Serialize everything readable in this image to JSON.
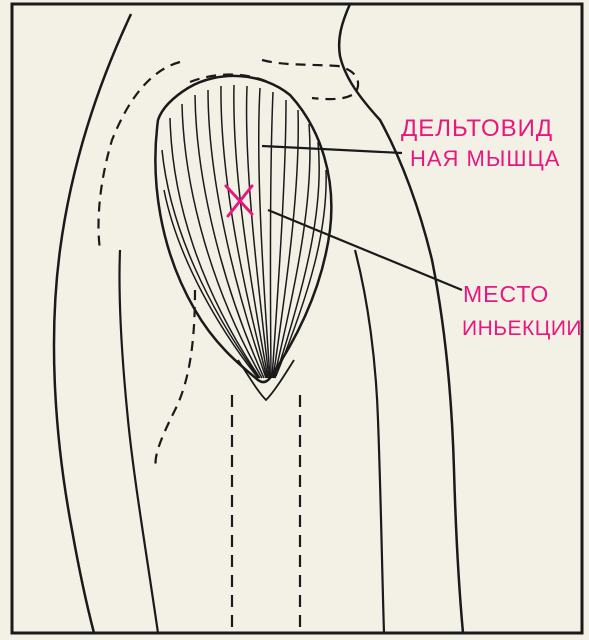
{
  "labels": {
    "deltoid_line1": "ДЕЛЬТОВИД",
    "deltoid_line2": "НАЯ МЫШЦА",
    "injection_line1": "МЕСТО",
    "injection_line2": "ИНЬЕКЦИИ"
  },
  "marker_icon": "cross-mark-icon",
  "colors": {
    "label": "#e8177e",
    "ink": "#1a1a1a",
    "paper": "#f3f0e6"
  }
}
